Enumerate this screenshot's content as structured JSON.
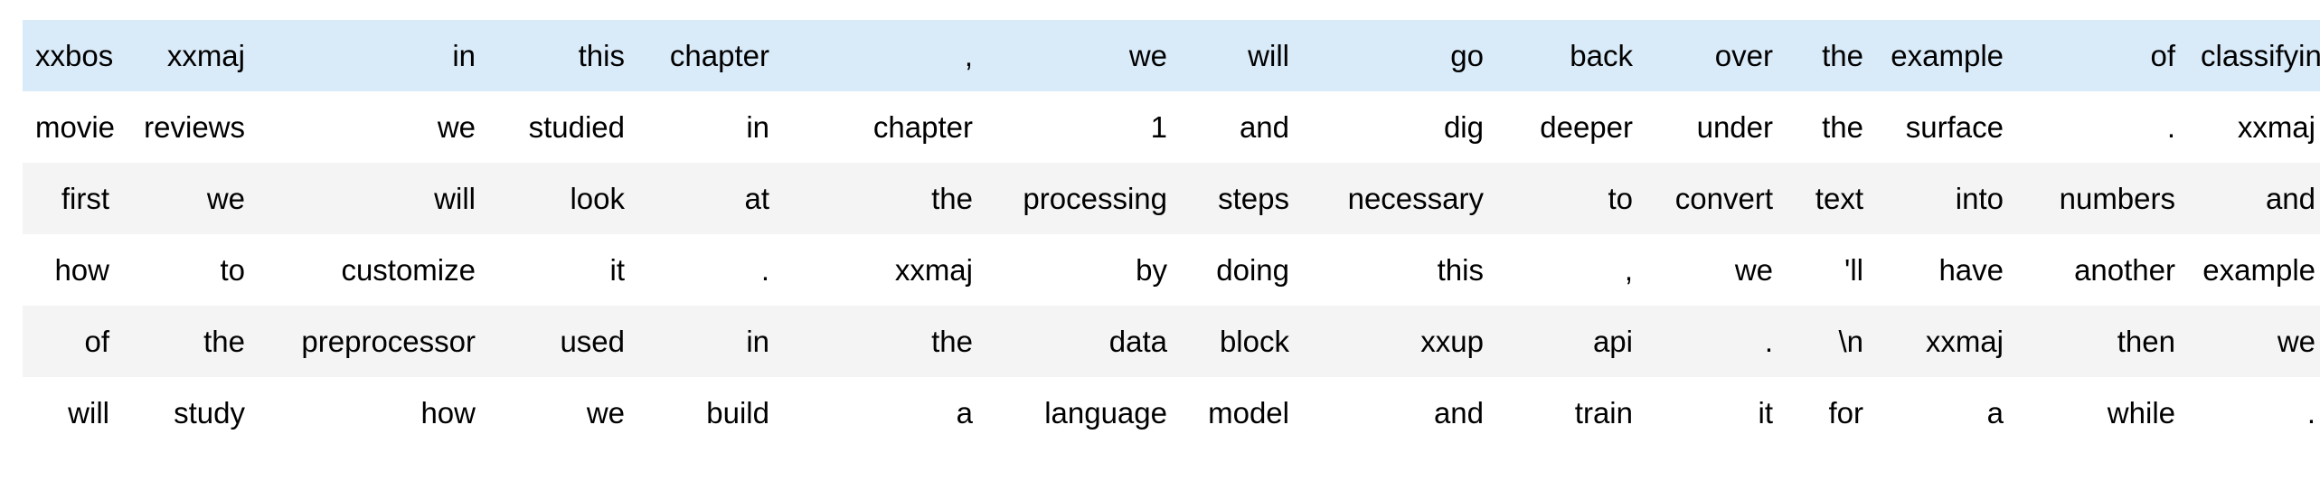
{
  "view": {
    "kind": "dataframe-token-table",
    "background_color": "#ffffff",
    "text_color": "#000000",
    "highlight_row_color": "#d9eaf8",
    "stripe_row_color": "#f4f4f4",
    "plain_row_color": "#ffffff",
    "row_count": 6,
    "column_count": 16,
    "alignment": "right"
  },
  "table": {
    "rows": [
      {
        "style": "highlight",
        "cells": [
          "xxbos",
          "xxmaj",
          "in",
          "this",
          "chapter",
          ",",
          "we",
          "will",
          "go",
          "back",
          "over",
          "the",
          "example",
          "of",
          "classifying"
        ]
      },
      {
        "style": "plain",
        "cells": [
          "movie",
          "reviews",
          "we",
          "studied",
          "in",
          "chapter",
          "1",
          "and",
          "dig",
          "deeper",
          "under",
          "the",
          "surface",
          ".",
          "xxmaj"
        ]
      },
      {
        "style": "stripe",
        "cells": [
          "first",
          "we",
          "will",
          "look",
          "at",
          "the",
          "processing",
          "steps",
          "necessary",
          "to",
          "convert",
          "text",
          "into",
          "numbers",
          "and"
        ]
      },
      {
        "style": "plain",
        "cells": [
          "how",
          "to",
          "customize",
          "it",
          ".",
          "xxmaj",
          "by",
          "doing",
          "this",
          ",",
          "we",
          "'ll",
          "have",
          "another",
          "example"
        ]
      },
      {
        "style": "stripe",
        "cells": [
          "of",
          "the",
          "preprocessor",
          "used",
          "in",
          "the",
          "data",
          "block",
          "xxup",
          "api",
          ".",
          "\\n",
          "xxmaj",
          "then",
          "we"
        ]
      },
      {
        "style": "plain",
        "cells": [
          "will",
          "study",
          "how",
          "we",
          "build",
          "a",
          "language",
          "model",
          "and",
          "train",
          "it",
          "for",
          "a",
          "while",
          "."
        ]
      }
    ]
  },
  "full_text": "xxbos xxmaj in this chapter , we will go back over the example of classifying movie reviews we studied in chapter 1 and dig deeper under the surface . xxmaj first we will look at the processing steps necessary to convert text into numbers and how to customize it . xxmaj by doing this , we 'll have another example of the preprocessor used in the data block xxup api . \\n xxmaj then we will study how we build a language model and train it for a while ."
}
